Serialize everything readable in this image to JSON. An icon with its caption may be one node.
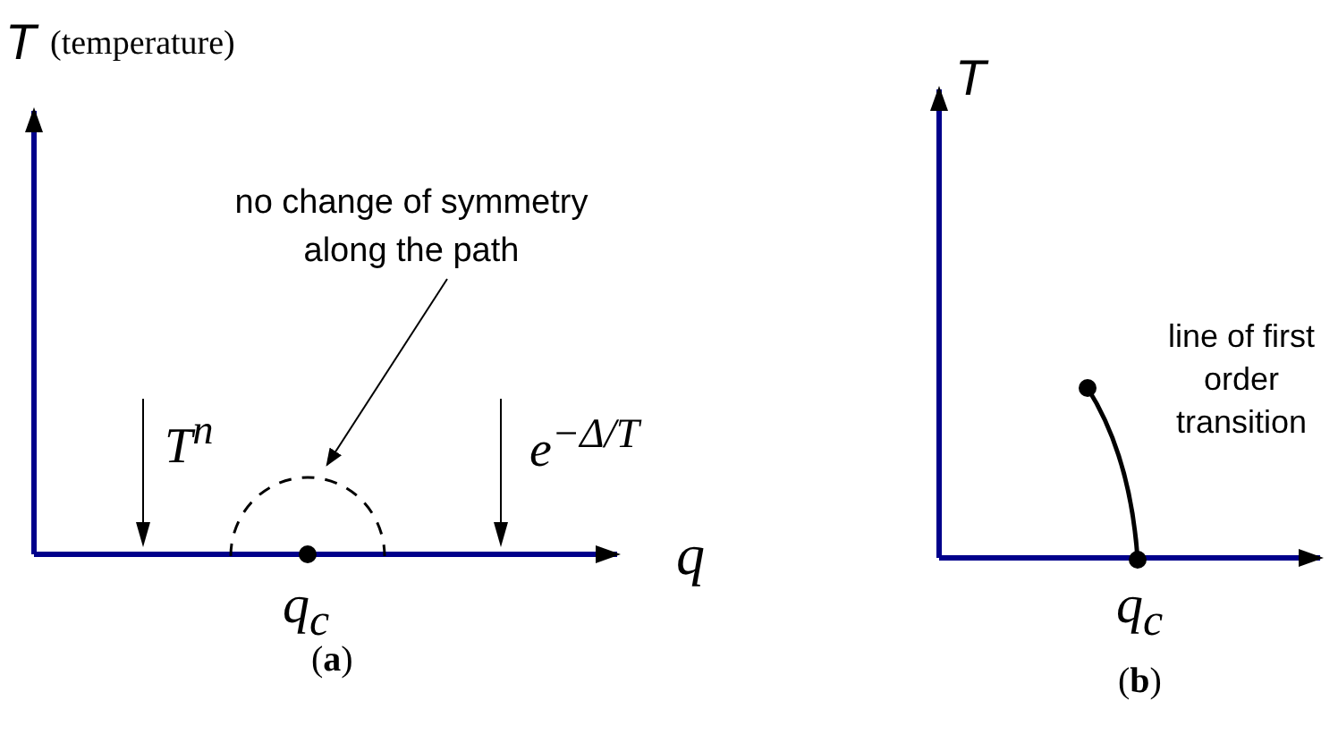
{
  "diagram": {
    "nodes": [
      {
        "text": [
          "no change of symmetry along the path"
        ]
      },
      {
        "text": [],
        "shape": "arc"
      }
    ],
    "edges": [
      {
        "from": 0,
        "to": 1,
        "arrow": "to"
      }
    ],
    "labels": [
      "T",
      "(temperature)",
      "T$^{n}$",
      "e$^{−Δ/T}$",
      "q",
      "q$_{c}$",
      "(**a**)",
      "T",
      "line of first order transition",
      "q$_{c}$",
      "(**b**)"
    ]
  }
}
